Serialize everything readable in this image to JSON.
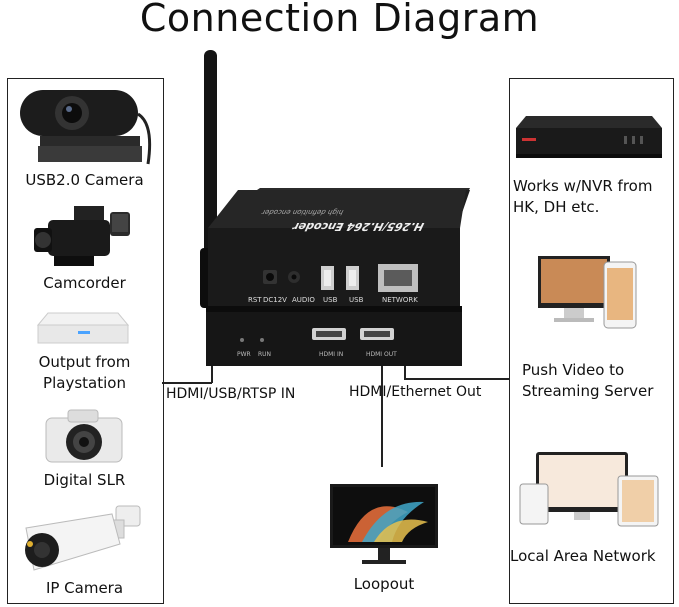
{
  "title": "Connection Diagram",
  "inputs": [
    {
      "label": "USB2.0 Camera"
    },
    {
      "label": "Camcorder"
    },
    {
      "label": "Output from\nPlaystation"
    },
    {
      "label": "Digital SLR"
    },
    {
      "label": "IP Camera"
    }
  ],
  "outputs": [
    {
      "label": "Works w/NVR from\nHK, DH etc."
    },
    {
      "label": "Push Video to\nStreaming Server"
    },
    {
      "label": "Local Area Network"
    }
  ],
  "device": {
    "top_label": "H.265/H.264 Encoder",
    "top_sublabel": "high definition encoder",
    "ports": {
      "rst": "RST",
      "dc12v": "DC12V",
      "audio": "AUDIO",
      "usb1": "USB",
      "usb2": "USB",
      "network": "NETWORK",
      "pwr": "PWR",
      "run": "RUN",
      "hdmi_in": "HDMI IN",
      "hdmi_out": "HDMI OUT"
    }
  },
  "connections": {
    "input": "HDMI/USB/RTSP IN",
    "output": "HDMI/Ethernet Out",
    "loopout": "Loopout"
  },
  "colors": {
    "device_body": "#1a1a1a",
    "line": "#222222"
  }
}
